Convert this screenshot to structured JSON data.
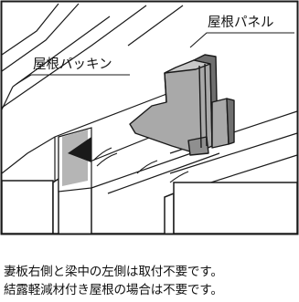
{
  "labels": {
    "roof_panel": "屋根パネル",
    "roof_packing": "屋根パッキン"
  },
  "notes": [
    "妻板右側と梁中の左側は取付不要です。",
    "結露軽減材付き屋根の場合は不要です。"
  ],
  "colors": {
    "line": "#1a1a1a",
    "part_fill": "#a9a9a9",
    "part_dark": "#6f6f6f",
    "part_light": "#c8c8c8",
    "groove_shade": "#b5b5b5",
    "background": "#ffffff"
  }
}
